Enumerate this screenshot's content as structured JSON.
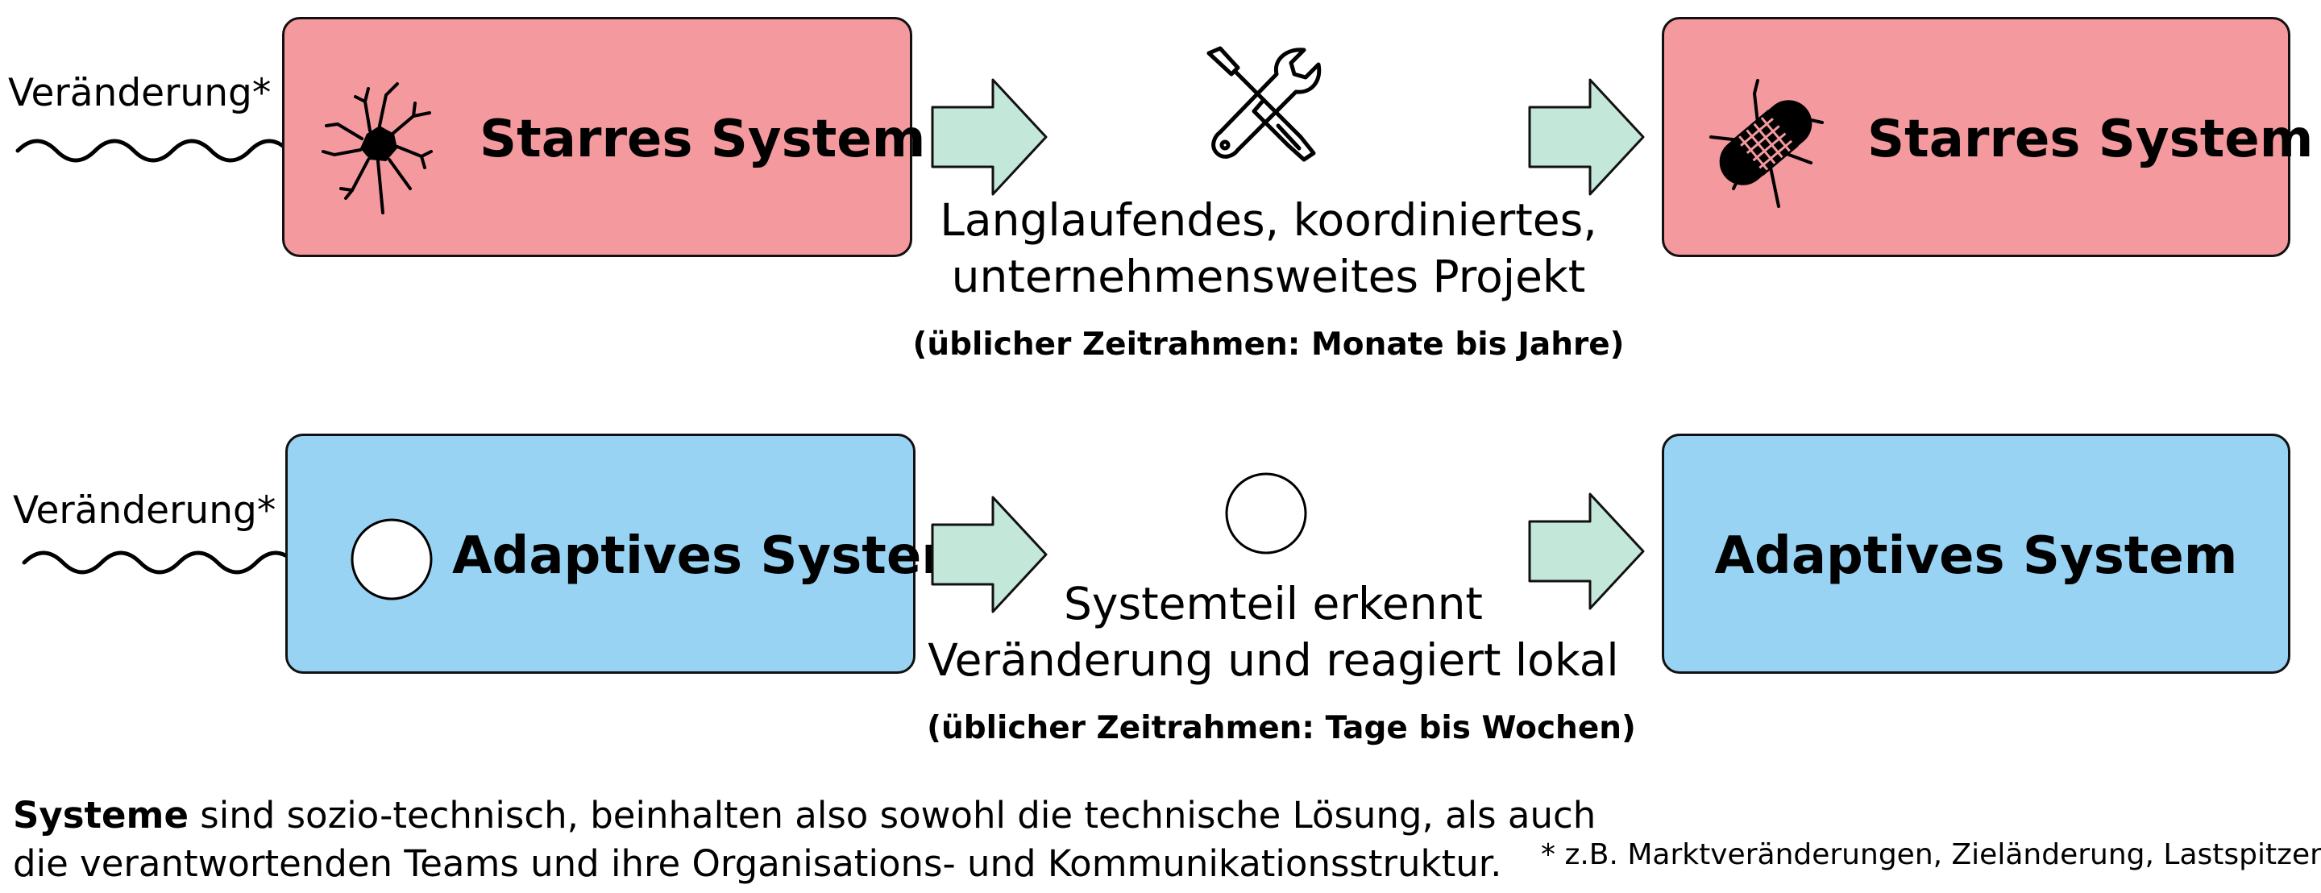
{
  "row_top": {
    "input_label": "Veränderung*",
    "before_box": "Starres System",
    "after_box": "Starres System",
    "icon_before": "crack-icon",
    "icon_middle": "tools-icon",
    "icon_after": "patched-crack-icon",
    "description_line1": "Langlaufendes, koordiniertes,",
    "description_line2": "unternehmensweites Projekt",
    "timeframe": "(üblicher Zeitrahmen: Monate bis Jahre)"
  },
  "row_bottom": {
    "input_label": "Veränderung*",
    "before_box": "Adaptives System",
    "after_box": "Adaptives System",
    "icon_before": "circle-icon",
    "icon_middle": "circle-icon",
    "description_line1": "Systemteil erkennt",
    "description_line2": "Veränderung und reagiert lokal",
    "timeframe": "(üblicher Zeitrahmen: Tage bis Wochen)"
  },
  "footer": {
    "bold_term": "Systeme",
    "line1_rest": " sind sozio-technisch, beinhalten also sowohl die technische Lösung, als auch",
    "line2": "die verantwortenden Teams und ihre Organisations- und Kommunikationsstruktur."
  },
  "footnote": "* z.B. Marktveränderungen, Zieländerung, Lastspitzen, …",
  "colors": {
    "rigid_fill": "#f4999e",
    "adaptive_fill": "#99d3f3",
    "arrow_fill": "#c3e7d9",
    "outline": "#111111"
  }
}
